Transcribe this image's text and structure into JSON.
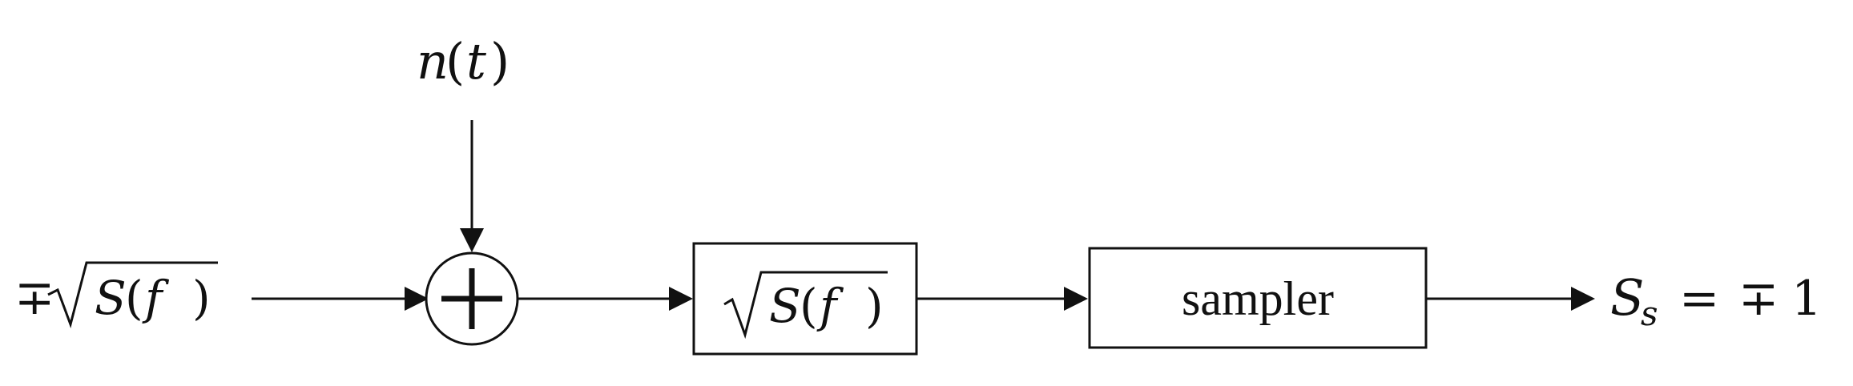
{
  "diagram": {
    "input": {
      "sign": "∓",
      "func": "S",
      "paren_open": "(",
      "arg": "f",
      "paren_close": ")"
    },
    "noise": {
      "func": "n",
      "paren_open": "(",
      "arg": "t",
      "paren_close": ")"
    },
    "filter_block": {
      "func": "S",
      "paren_open": "(",
      "arg": "f",
      "paren_close": ")"
    },
    "sampler_block": {
      "label": "sampler"
    },
    "output": {
      "symbol": "S",
      "subscript": "s",
      "equals": "=",
      "sign": "∓",
      "value": "1"
    }
  }
}
